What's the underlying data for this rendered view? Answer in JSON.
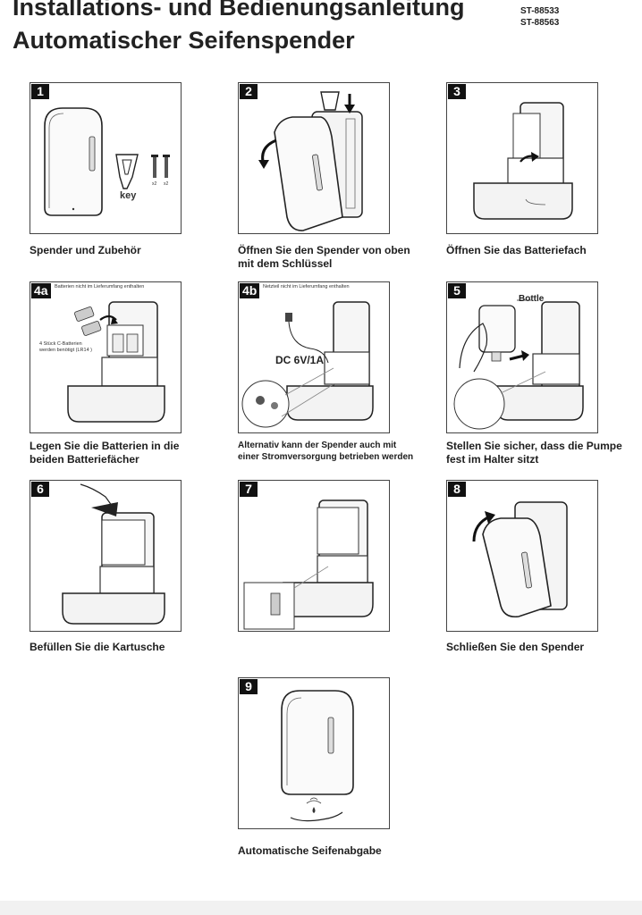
{
  "header": {
    "title_line1": "Installations- und Bedienungsanleitung",
    "title_line2": "Automatischer Seifenspender",
    "model1": "ST-88533",
    "model2": "ST-88563"
  },
  "steps": [
    {
      "id": "1",
      "caption": "Spender und Zubehör",
      "label": "key"
    },
    {
      "id": "2",
      "caption": "Öffnen Sie den Spender von oben mit dem Schlüssel"
    },
    {
      "id": "3",
      "caption": "Öffnen Sie das Batteriefach"
    },
    {
      "id": "4a",
      "note": "Batterien nicht im Lieferumfang enthalten",
      "side_note": "4 Stück C-Batterien werden benötigt (LR14 )",
      "caption": "Legen Sie die Batterien in die beiden Batteriefächer"
    },
    {
      "id": "4b",
      "note": "Netzteil nicht im Lieferumfang enthalten",
      "label": "DC 6V/1A",
      "caption": "Alternativ kann der Spender auch mit einer Stromversorgung betrieben werden"
    },
    {
      "id": "5",
      "label": "Bottle",
      "caption": "Stellen Sie sicher, dass die Pumpe fest im Halter sitzt"
    },
    {
      "id": "6",
      "caption": "Befüllen Sie die Kartusche"
    },
    {
      "id": "7",
      "caption": ""
    },
    {
      "id": "8",
      "caption": "Schließen Sie den Spender"
    },
    {
      "id": "9",
      "caption": "Automatische Seifenabgabe"
    }
  ],
  "icons": [
    "dispenser-drawing",
    "key-icon",
    "screw-icon",
    "arrow-icon",
    "battery-icon",
    "hand-icon",
    "bottle-icon",
    "power-adapter-icon"
  ]
}
